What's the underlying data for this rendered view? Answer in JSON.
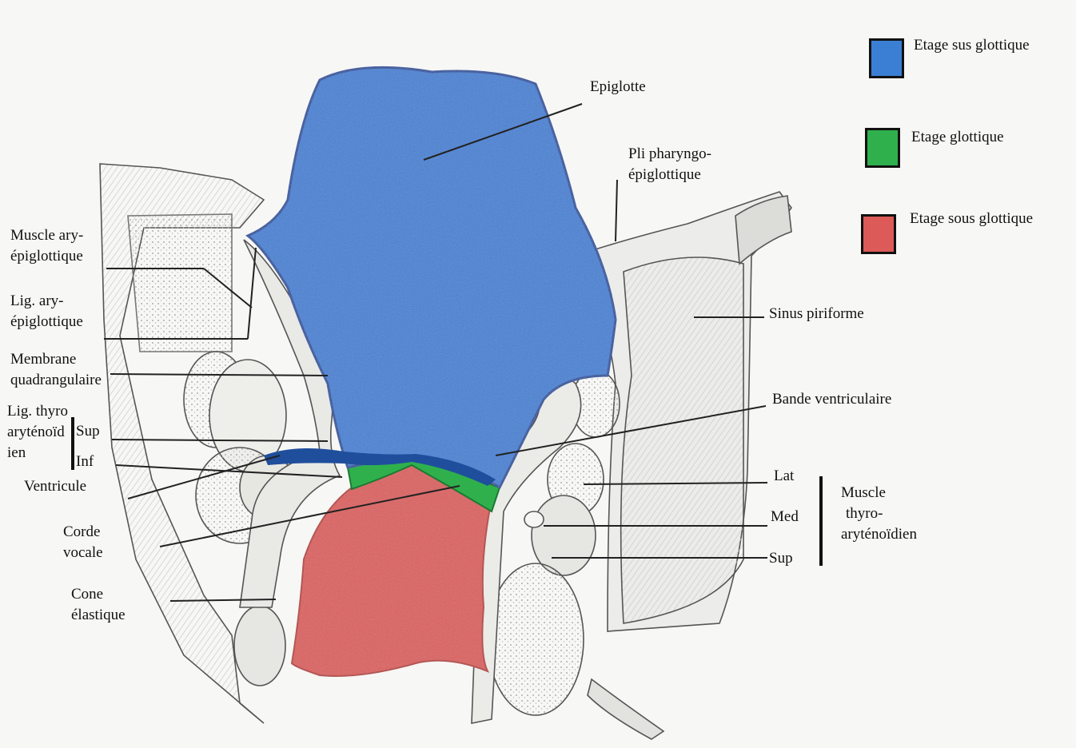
{
  "colors": {
    "supraglottic": "#3b7fd4",
    "glottic": "#2fb04d",
    "subglottic": "#dc5a58",
    "line": "#222222"
  },
  "legend": [
    {
      "label": "Etage sus glottique",
      "color": "#3b7fd4"
    },
    {
      "label": "Etage glottique",
      "color": "#2fb04d"
    },
    {
      "label": "Etage sous glottique",
      "color": "#dc5a58"
    }
  ],
  "labels": {
    "epiglotte": "Epiglotte",
    "pli_line1": "Pli pharyngo-",
    "pli_line2": "épiglottique",
    "sinus": "Sinus piriforme",
    "bande": "Bande ventriculaire",
    "lat": "Lat",
    "med": "Med",
    "sup_right": "Sup",
    "muscle_ta_1": "Muscle",
    "muscle_ta_2": "thyro-",
    "muscle_ta_3": "aryténoïdien",
    "muscle_ae_1": "Muscle ary-",
    "muscle_ae_2": "épiglottique",
    "lig_ae_1": "Lig. ary-",
    "lig_ae_2": "épiglottique",
    "membrane_1": "Membrane",
    "membrane_2": "quadrangulaire",
    "lig_ta_1": "Lig. thyro",
    "lig_ta_2": "aryténoïd",
    "lig_ta_3": "ien",
    "sup_left": "Sup",
    "inf_left": "Inf",
    "ventricule": "Ventricule",
    "corde_1": "Corde",
    "corde_2": "vocale",
    "cone_1": "Cone",
    "cone_2": "élastique"
  }
}
